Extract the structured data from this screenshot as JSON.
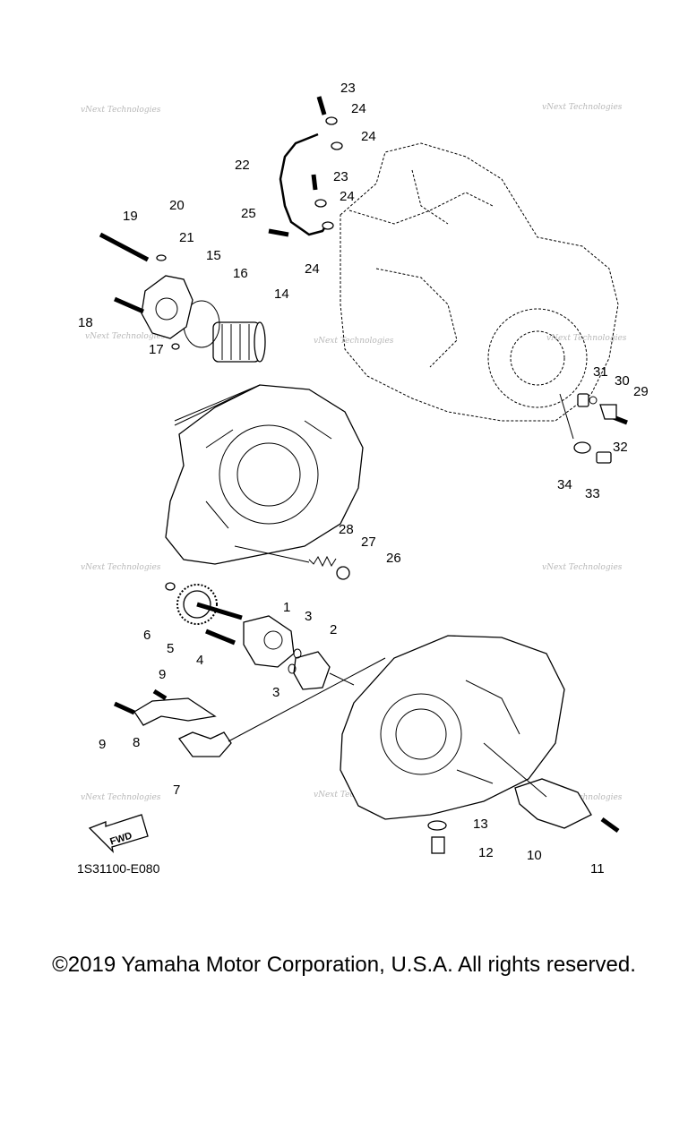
{
  "diagram": {
    "code": "1S31100-E080",
    "copyright": "©2019 Yamaha Motor Corporation, U.S.A. All rights reserved.",
    "fwd_label": "FWD",
    "watermark": "vNext Technologies",
    "callouts": [
      "1",
      "2",
      "3",
      "3",
      "4",
      "5",
      "6",
      "7",
      "8",
      "9",
      "9",
      "10",
      "11",
      "12",
      "13",
      "14",
      "15",
      "16",
      "17",
      "18",
      "19",
      "20",
      "21",
      "22",
      "23",
      "23",
      "24",
      "24",
      "24",
      "24",
      "25",
      "26",
      "27",
      "28",
      "29",
      "30",
      "31",
      "32",
      "33",
      "34"
    ]
  }
}
